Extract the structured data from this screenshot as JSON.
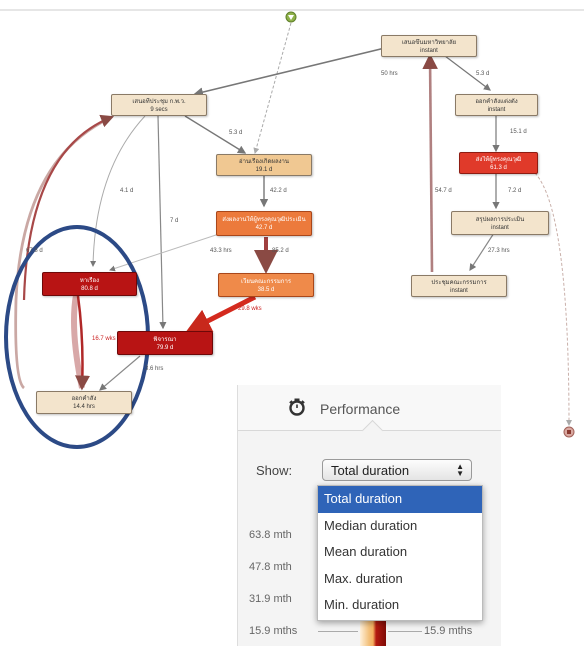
{
  "nodes": [
    {
      "id": "n1",
      "label": "เสนอขึ้นมหาวิทยาลัย",
      "value": "instant"
    },
    {
      "id": "n2",
      "label": "เสนอที่ประชุม ก.พ.ว.",
      "value": "9 secs"
    },
    {
      "id": "n3",
      "label": "ออกคำสั่งแต่งตั้ง",
      "value": "instant"
    },
    {
      "id": "n4",
      "label": "อ่านเรื่องเกิดผลงาน",
      "value": "19.1 d"
    },
    {
      "id": "n5",
      "label": "ส่งให้ผู้ทรงคุณวุฒิ",
      "value": "61.3 d"
    },
    {
      "id": "n6",
      "label": "ส่งผลงานให้ผู้ทรงคุณวุฒิประเมิน",
      "value": "42.7 d"
    },
    {
      "id": "n7",
      "label": "สรุปผลการประเมิน",
      "value": "instant"
    },
    {
      "id": "n8",
      "label": "หาเรื่อง",
      "value": "80.8 d"
    },
    {
      "id": "n9",
      "label": "เวียนคณะกรรมการ",
      "value": "38.5 d"
    },
    {
      "id": "n10",
      "label": "ประชุมคณะกรรมการ",
      "value": "instant"
    },
    {
      "id": "n11",
      "label": "พิจารณา",
      "value": "79.9 d"
    },
    {
      "id": "n12",
      "label": "ออกคำสั่ง",
      "value": "14.4 hrs"
    }
  ],
  "edges": [
    {
      "id": "e1",
      "label": "50 hrs"
    },
    {
      "id": "e2",
      "label": "5.3 d"
    },
    {
      "id": "e3",
      "label": "5.3 d"
    },
    {
      "id": "e4",
      "label": "15.1 d"
    },
    {
      "id": "e5",
      "label": "4.1 d"
    },
    {
      "id": "e6",
      "label": "7 d"
    },
    {
      "id": "e7",
      "label": "42.2 d"
    },
    {
      "id": "e8",
      "label": "54.7 d"
    },
    {
      "id": "e9",
      "label": "7.2 d"
    },
    {
      "id": "e10",
      "label": "67.8 d"
    },
    {
      "id": "e11",
      "label": "43.3 hrs"
    },
    {
      "id": "e12",
      "label": "85.2 d"
    },
    {
      "id": "e13",
      "label": "27.3 hrs"
    },
    {
      "id": "e14",
      "label": "29.8 wks"
    },
    {
      "id": "e15",
      "label": "16.7 wks"
    },
    {
      "id": "e16",
      "label": "3.6 hrs"
    }
  ],
  "performance": {
    "title": "Performance",
    "icon": "stopwatch-icon",
    "show_label": "Show:",
    "selected": "Total duration",
    "options": [
      "Total duration",
      "Median duration",
      "Mean duration",
      "Max. duration",
      "Min. duration"
    ],
    "scale_ticks": [
      "63.8 mth",
      "47.8 mth",
      "31.9 mth",
      "15.9 mths"
    ],
    "scale_right": "15.9 mths"
  },
  "colors": {
    "highlight_ring": "#2c4a86",
    "selected_option": "#2f64b8",
    "dark_node": "#b81414",
    "red_node": "#e03a2a",
    "orange_node": "#ec7a3c",
    "tan_node": "#f0c892",
    "cream_node": "#f3e4cc"
  }
}
